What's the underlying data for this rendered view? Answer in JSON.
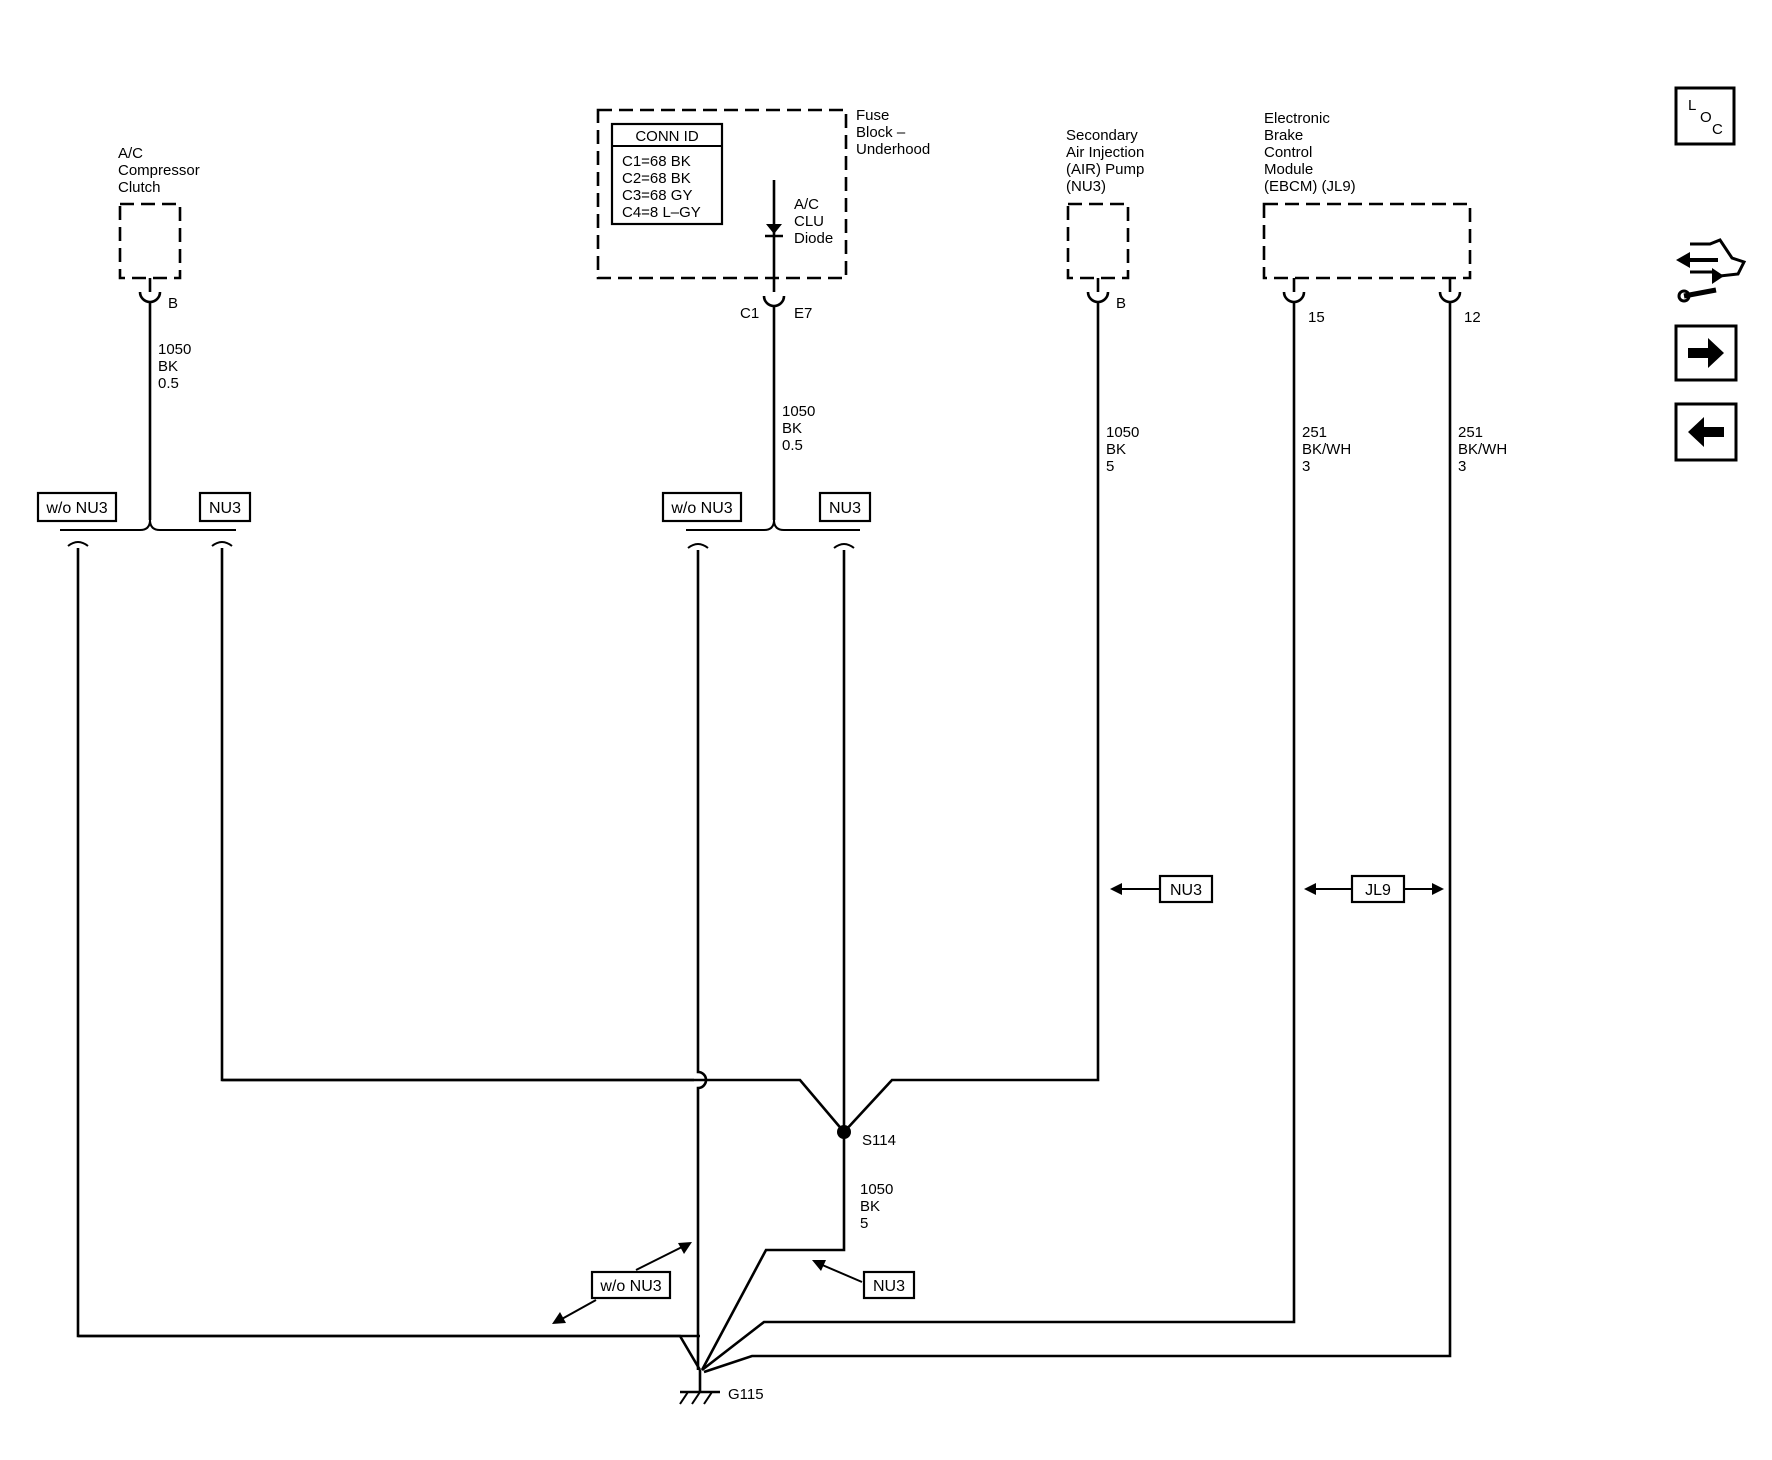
{
  "components": {
    "ac_compressor_clutch": {
      "name": [
        "A/C",
        "Compressor",
        "Clutch"
      ],
      "pin": "B"
    },
    "fuse_block": {
      "name": [
        "Fuse",
        "Block –",
        "Underhood"
      ],
      "conn_id_title": "CONN ID",
      "conn_ids": [
        "C1=68 BK",
        "C2=68 BK",
        "C3=68 GY",
        "C4=8 L–GY"
      ],
      "diode": [
        "A/C",
        "CLU",
        "Diode"
      ],
      "connector": "C1",
      "pin": "E7"
    },
    "air_pump": {
      "name": [
        "Secondary",
        "Air Injection",
        "(AIR) Pump",
        "(NU3)"
      ],
      "pin": "B"
    },
    "ebcm": {
      "name": [
        "Electronic",
        "Brake",
        "Control",
        "Module",
        "(EBCM) (JL9)"
      ],
      "pin_a": "15",
      "pin_b": "12"
    }
  },
  "wires": {
    "ac_clutch": [
      "1050",
      "BK",
      "0.5"
    ],
    "diode": [
      "1050",
      "BK",
      "0.5"
    ],
    "air_pump": [
      "1050",
      "BK",
      "5"
    ],
    "ebcm_15": [
      "251",
      "BK/WH",
      "3"
    ],
    "ebcm_12": [
      "251",
      "BK/WH",
      "3"
    ],
    "splice_to_ground": [
      "1050",
      "BK",
      "5"
    ]
  },
  "options": {
    "without_nu3": "w/o NU3",
    "nu3": "NU3",
    "jl9": "JL9"
  },
  "splice": "S114",
  "ground": "G115",
  "nav": {
    "loc_letters": [
      "L",
      "O",
      "C"
    ]
  }
}
